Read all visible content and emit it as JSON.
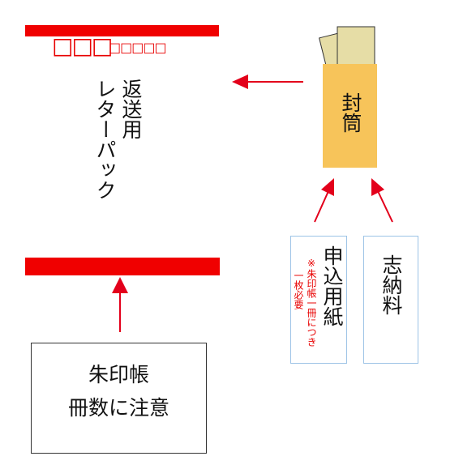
{
  "letter_pack": {
    "stamp_boxes_large": "□□□",
    "stamp_boxes_small": "□□□□□",
    "label_line1": "返送用",
    "label_line2": "レターパック"
  },
  "envelope": {
    "label": "封筒"
  },
  "application_form": {
    "label": "申込用紙",
    "note_line1": "※朱印帳一冊につき",
    "note_line2": "一枚必要"
  },
  "donation": {
    "label": "志納料"
  },
  "goshuincho": {
    "line1": "朱印帳",
    "line2": "冊数に注意"
  },
  "colors": {
    "accent_red": "#f00000",
    "arrow_red": "#e3001b",
    "envelope_fill": "#f7c45a",
    "paper_fill": "#e6dda6",
    "box_border_blue": "#9cc3e6"
  }
}
